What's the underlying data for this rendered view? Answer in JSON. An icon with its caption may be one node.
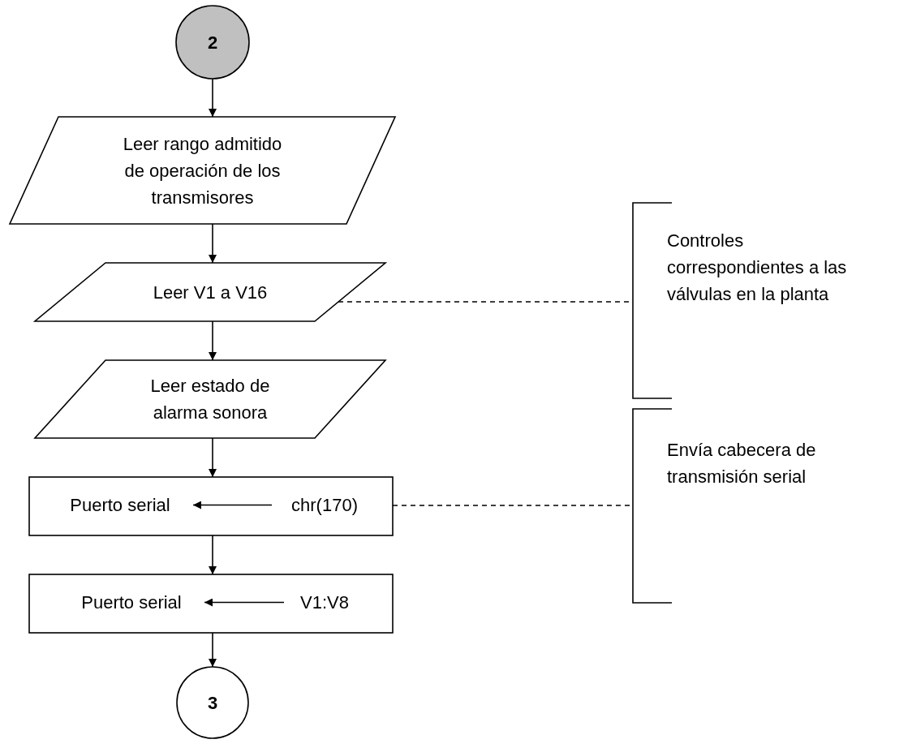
{
  "diagram": {
    "nodes": [
      {
        "text": [
          "2"
        ]
      },
      {
        "text": [
          "Leer rango admitido de operación de los transmisores"
        ]
      },
      {
        "text": [
          "Leer V1 a V16"
        ]
      },
      {
        "text": [
          "Leer estado de alarma sonora"
        ]
      },
      {
        "text": [],
        "shape": "box"
      },
      {
        "text": [
          "Puerto serial"
        ],
        "in": 4
      },
      {
        "text": [
          "chr(170)"
        ],
        "in": 4
      },
      {
        "text": [],
        "shape": "box"
      },
      {
        "text": [
          "Puerto serial"
        ],
        "in": 7
      },
      {
        "text": [
          "V1:V8"
        ],
        "in": 7
      },
      {
        "text": [
          "3"
        ]
      },
      {
        "text": [
          "Controles correspondientes a las válvulas en la planta"
        ]
      },
      {
        "text": [
          "Envía cabecera de transmisión serial"
        ]
      }
    ],
    "edges": [
      {
        "from": 0,
        "to": 1,
        "arrow": "to"
      },
      {
        "from": 1,
        "to": 2,
        "arrow": "to"
      },
      {
        "from": 2,
        "to": 3,
        "arrow": "to"
      },
      {
        "from": 3,
        "to": 4,
        "arrow": "to"
      },
      {
        "from": 6,
        "to": 5,
        "arrow": "to"
      },
      {
        "from": 4,
        "to": 7,
        "arrow": "to"
      },
      {
        "from": 9,
        "to": 8,
        "arrow": "to"
      },
      {
        "from": 7,
        "to": 10,
        "arrow": "to"
      },
      {
        "from": 2,
        "to": 11,
        "arrow": "none",
        "style": "dashed"
      },
      {
        "from": 4,
        "to": 12,
        "arrow": "none",
        "style": "dashed"
      }
    ]
  }
}
